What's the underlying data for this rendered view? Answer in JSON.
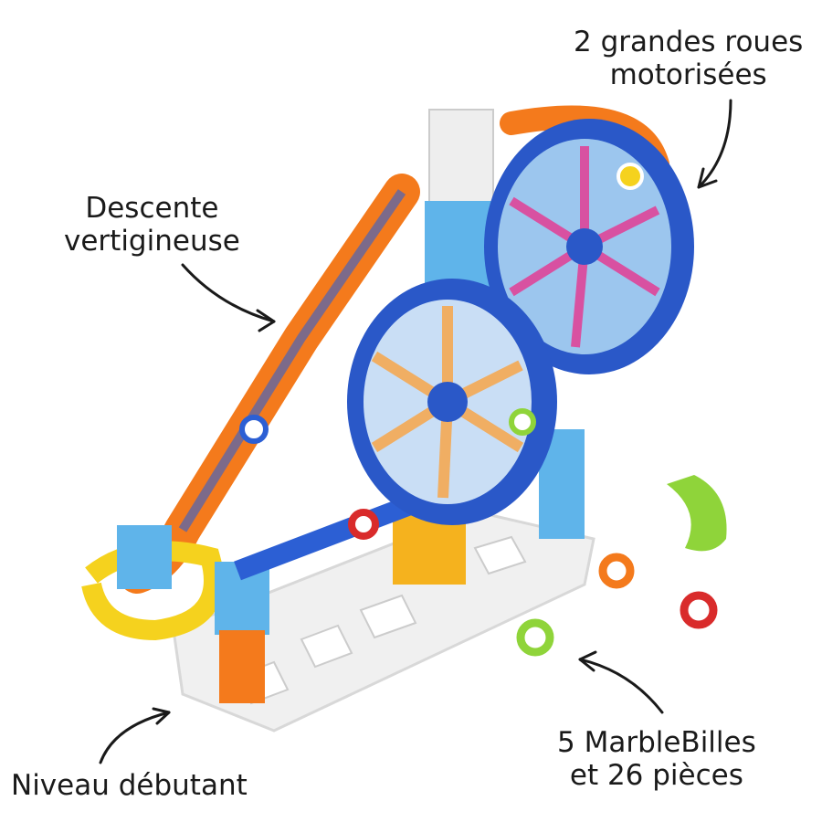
{
  "callouts": {
    "wheels": {
      "line1": "2 grandes roues",
      "line2": "motorisées"
    },
    "descent": {
      "line1": "Descente",
      "line2": "vertigineuse"
    },
    "marbles": {
      "line1": "5 MarbleBilles",
      "line2": "et 26 pièces"
    },
    "level": {
      "line1": "Niveau débutant"
    }
  },
  "colors": {
    "wheel_blue": "#2a58c8",
    "track_orange": "#f47a1c",
    "tower_blue": "#5fb4ea",
    "yellow": "#f5d21e",
    "base_white": "#f2f2f2",
    "green_piece": "#8fd43a",
    "pink_light": "#e8358f"
  }
}
